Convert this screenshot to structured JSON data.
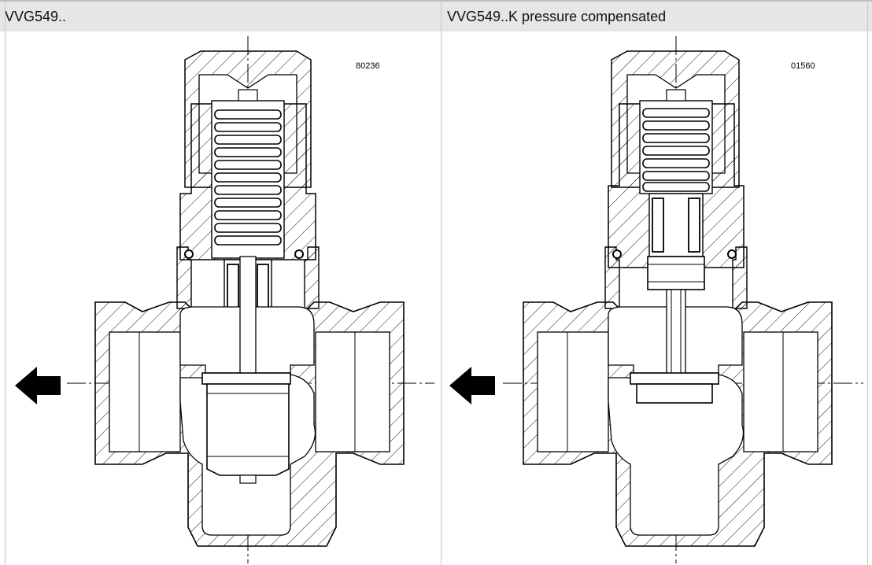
{
  "header": {
    "left_title": "VVG549..",
    "right_title": "VVG549..K pressure compensated"
  },
  "panels": [
    {
      "drawing_code": "80236"
    },
    {
      "drawing_code": "01560"
    }
  ],
  "colors": {
    "header_bg": "#e6e6e6",
    "line": "#000000",
    "arrow": "#000000"
  },
  "icons": {
    "flow_arrow": "flow-direction-arrow-icon"
  }
}
